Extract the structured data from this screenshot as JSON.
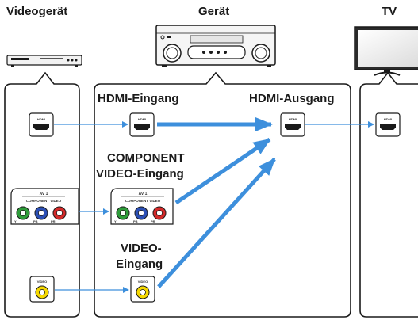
{
  "headers": {
    "source": "Videogerät",
    "receiver": "Gerät",
    "tv": "TV"
  },
  "labels": {
    "hdmi_in": "HDMI-Eingang",
    "hdmi_out": "HDMI-Ausgang",
    "component_in_line1": "COMPONENT",
    "component_in_line2": "VIDEO-Eingang",
    "video_in_line1": "VIDEO-",
    "video_in_line2": "Eingang"
  },
  "jacks": {
    "hdmi": "HDMI",
    "av1": "AV 1",
    "component_video": "COMPONENT VIDEO",
    "y": "Y",
    "pb": "PB",
    "pr": "PR",
    "video": "VIDEO"
  },
  "colors": {
    "arrow_blue": "#3d8fdc",
    "outline": "#1a1a1a",
    "jack_yellow": "#f5d800",
    "jack_green": "#2e9c3a",
    "jack_blue": "#2b4fb5",
    "jack_red": "#d42a2a"
  },
  "icons": [
    "video-player-icon",
    "av-receiver-icon",
    "television-icon"
  ]
}
